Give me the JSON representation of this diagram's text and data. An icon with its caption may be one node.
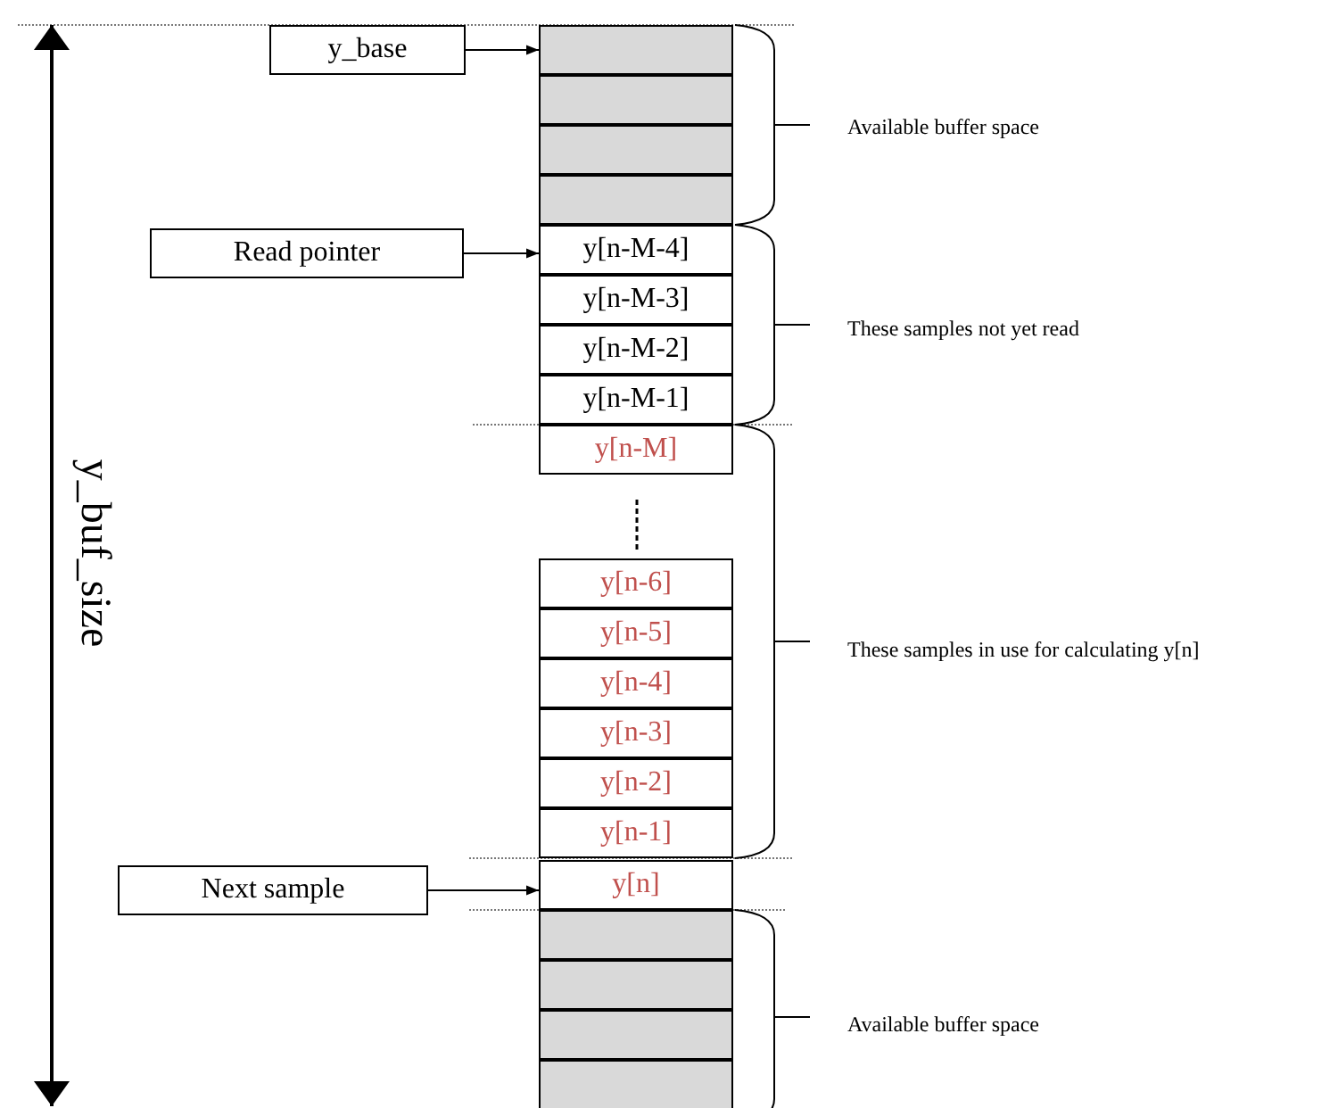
{
  "diagram": {
    "nodes": [
      {
        "text": [
          "y_base"
        ]
      },
      {
        "text": [],
        "shape": "box"
      },
      {
        "text": [],
        "shape": "box"
      },
      {
        "text": [],
        "shape": "box"
      },
      {
        "text": [],
        "shape": "box"
      },
      {
        "text": [
          "Read pointer"
        ]
      },
      {
        "text": [
          "y[n-M-4]"
        ]
      },
      {
        "text": [
          "y[n-M-3]"
        ]
      },
      {
        "text": [
          "y[n-M-2]"
        ]
      },
      {
        "text": [
          "y[n-M-1]"
        ]
      },
      {
        "text": [
          "y[n-M]"
        ]
      },
      {
        "text": [
          "y[n-6]"
        ]
      },
      {
        "text": [
          "y[n-5]"
        ]
      },
      {
        "text": [
          "y[n-4]"
        ]
      },
      {
        "text": [
          "y[n-3]"
        ]
      },
      {
        "text": [
          "y[n-2]"
        ]
      },
      {
        "text": [
          "y[n-1]"
        ]
      },
      {
        "text": [
          "Next sample"
        ]
      },
      {
        "text": [
          "y[n]"
        ]
      },
      {
        "text": [],
        "shape": "box"
      },
      {
        "text": [],
        "shape": "box"
      },
      {
        "text": [],
        "shape": "box"
      },
      {
        "text": [],
        "shape": "box"
      }
    ],
    "edges": [
      {
        "from": 0,
        "to": 1,
        "arrow": "to"
      },
      {
        "from": 5,
        "to": 6,
        "arrow": "to"
      },
      {
        "from": 17,
        "to": 18,
        "arrow": "to"
      }
    ],
    "labels": [
      "y_buf_size",
      "Available buffer space",
      "These samples not yet read",
      "These samples in use for calculating y[n]",
      "Available buffer space"
    ]
  }
}
